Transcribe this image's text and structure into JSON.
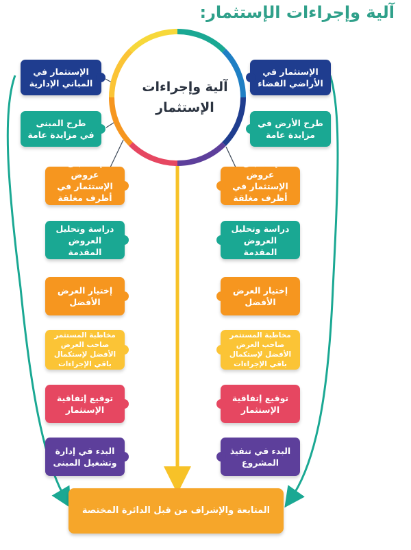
{
  "title": "آلية وإجراءات الإستثمار:",
  "hub": {
    "line1": "آلية وإجراءات",
    "line2": "الإستثمار"
  },
  "right_column": [
    "الإستثمار في الأراضي الفضاء",
    "طرح الأرض في مزايدة عامة",
    "إستقبال عروض الإستثمار في أظرف مغلقة ،مختومة",
    "دراسة وتحليل العروض المقدمة",
    "إختيار العرض الأفضل",
    "مخاطبة المستثمر صاحب العرض الأفضل لإستكمال باقي الإجراءات",
    "توقيع إتفاقية الإستثمار",
    "البدء في تنفيذ المشروع"
  ],
  "left_column": [
    "الإستثمار في المباني الإدارية",
    "طرح المبنى في مزايدة عامة",
    "إستقبال عروض الإستثمار في أظرف مغلقة ،مختومة",
    "دراسة وتحليل العروض المقدمة",
    "إختيار العرض الأفضل",
    "مخاطبة المستثمر صاحب العرض الأفضل لإستكمال باقي الإجراءات",
    "توقيع إتفاقية الإستثمار",
    "البدء في إدارة وتشغيل المبنى"
  ],
  "final_step": "المتابعة والإشراف من قبل الدائرة المختصة",
  "colors": {
    "navy": "#1f3d8f",
    "teal": "#1aa893",
    "orange": "#f6961f",
    "yellow": "#fbc436",
    "red": "#e64761",
    "purple": "#5d3f9b",
    "title": "#2fa08a"
  }
}
